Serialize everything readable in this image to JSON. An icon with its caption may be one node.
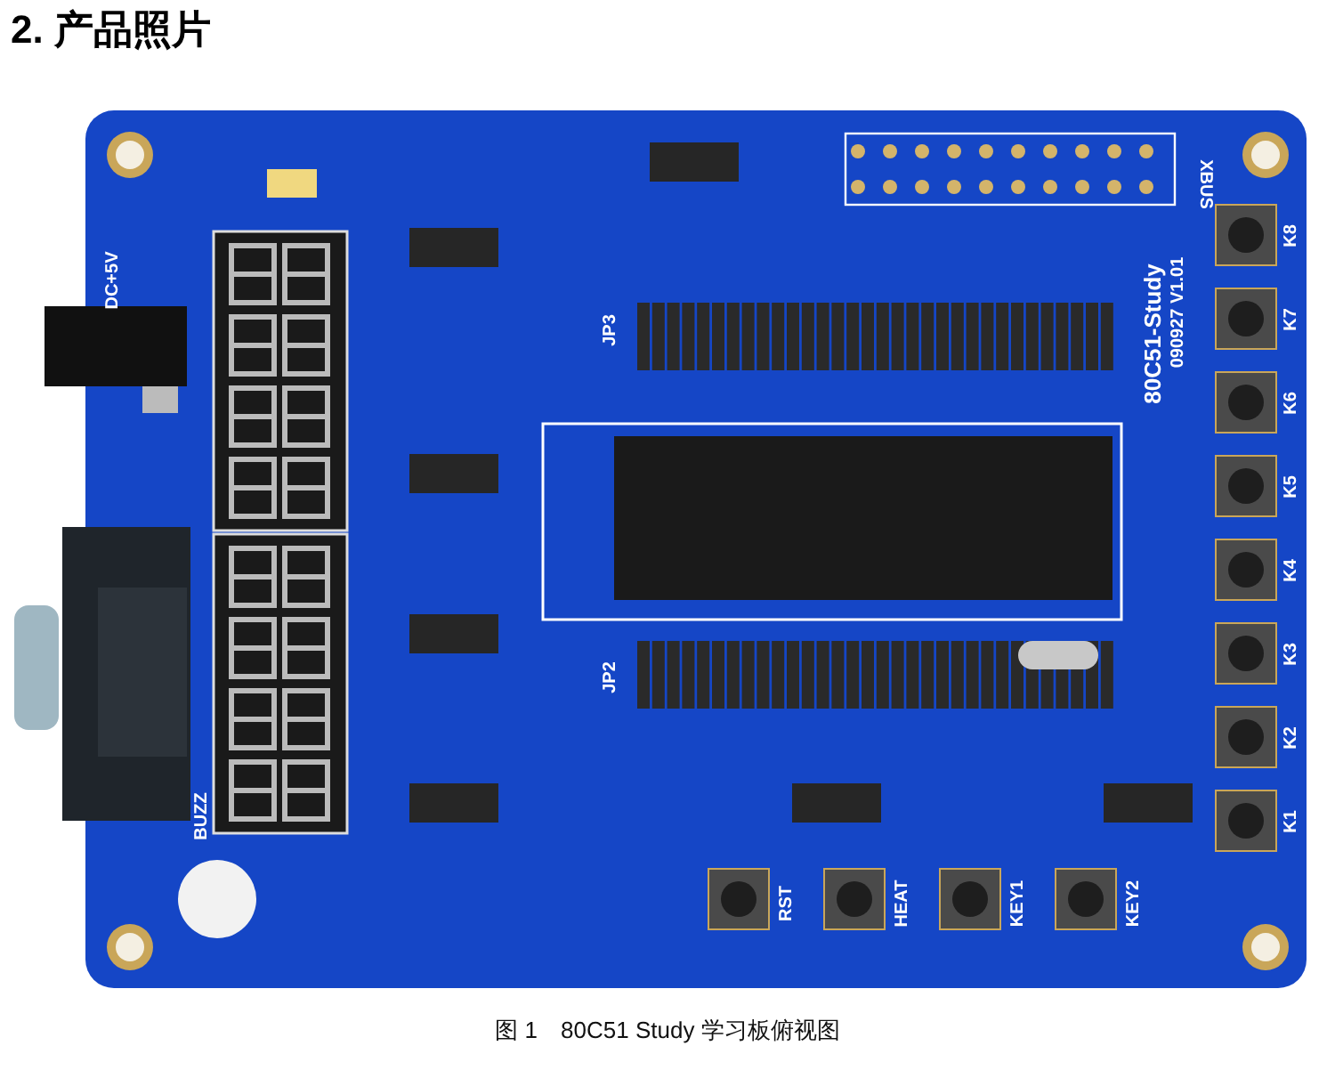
{
  "diagram": {
    "title": "2. 产品照片",
    "caption": "图 1　80C51 Study 学习板俯视图",
    "labels": [
      "DC+5V",
      "XBUS",
      "80C51-Study",
      "090927 V1.01",
      "K8",
      "K7",
      "K6",
      "K5",
      "K4",
      "K3",
      "K2",
      "K1",
      "JP3",
      "JP2",
      "BUZZ",
      "RST",
      "HEAT",
      "KEY1",
      "KEY2"
    ]
  }
}
